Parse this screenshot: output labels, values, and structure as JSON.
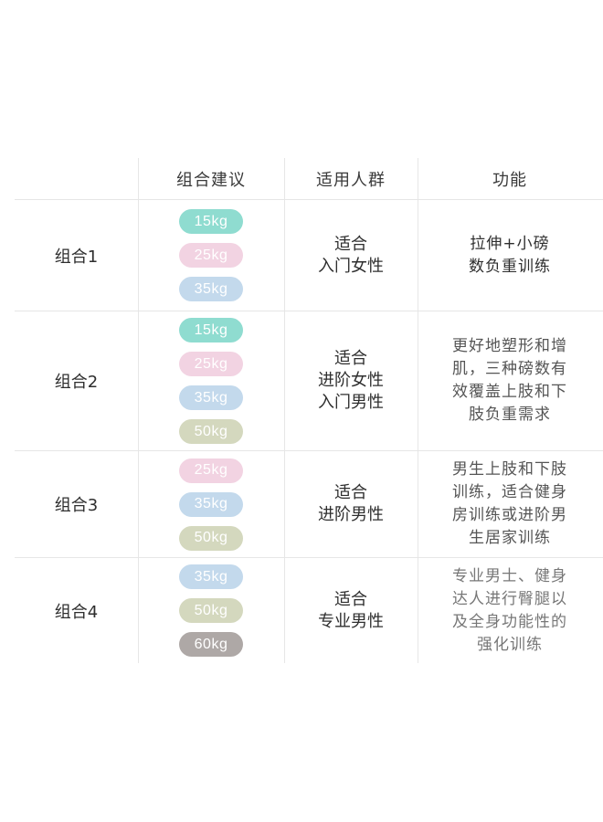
{
  "header": {
    "col1": "",
    "col2": "组合建议",
    "col3": "适用人群",
    "col4": "功能"
  },
  "colors": {
    "15kg": "#8fdcd0",
    "25kg": "#f2d3e2",
    "35kg": "#c3d9ec",
    "50kg": "#d4d8be",
    "60kg": "#aea8a6"
  },
  "rows": [
    {
      "name": "组合1",
      "weights": [
        "15kg",
        "25kg",
        "35kg"
      ],
      "people": [
        "适合",
        "入门女性"
      ],
      "function": [
        "拉伸+小磅",
        "数负重训练"
      ]
    },
    {
      "name": "组合2",
      "weights": [
        "15kg",
        "25kg",
        "35kg",
        "50kg"
      ],
      "people": [
        "适合",
        "进阶女性",
        "入门男性"
      ],
      "function": [
        "更好地塑形和增",
        "肌，三种磅数有",
        "效覆盖上肢和下",
        "肢负重需求"
      ]
    },
    {
      "name": "组合3",
      "weights": [
        "25kg",
        "35kg",
        "50kg"
      ],
      "people": [
        "适合",
        "进阶男性"
      ],
      "function": [
        "男生上肢和下肢",
        "训练，适合健身",
        "房训练或进阶男",
        "生居家训练"
      ]
    },
    {
      "name": "组合4",
      "weights": [
        "35kg",
        "50kg",
        "60kg"
      ],
      "people": [
        "适合",
        "专业男性"
      ],
      "function": [
        "专业男士、健身",
        "达人进行臀腿以",
        "及全身功能性的",
        "强化训练"
      ]
    }
  ]
}
